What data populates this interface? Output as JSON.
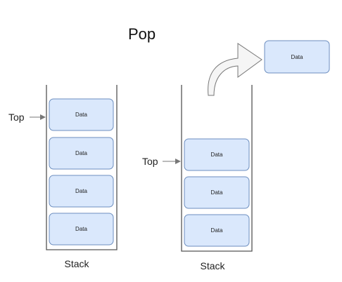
{
  "diagram": {
    "title": "Pop",
    "stacks": [
      {
        "label": "Stack",
        "top_label": "Top",
        "items": [
          "Data",
          "Data",
          "Data",
          "Data"
        ]
      },
      {
        "label": "Stack",
        "top_label": "Top",
        "items": [
          "Data",
          "Data",
          "Data"
        ]
      }
    ],
    "popped_item": "Data"
  },
  "colors": {
    "box_fill": "#dae8fc",
    "box_stroke": "#6c8ebf",
    "container_stroke": "#555555",
    "arrow_fill": "#f5f5f5",
    "arrow_stroke": "#777777",
    "pointer_stroke": "#777777"
  }
}
